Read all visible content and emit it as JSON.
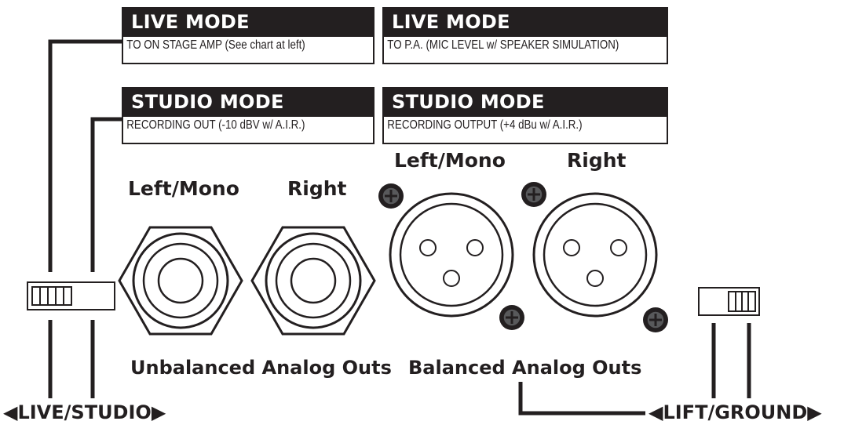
{
  "boxes": {
    "live_left": {
      "title": "LIVE MODE",
      "subtitle": "TO ON STAGE AMP (See chart at left)"
    },
    "live_right": {
      "title": "LIVE MODE",
      "subtitle": "TO P.A. (MIC LEVEL w/ SPEAKER SIMULATION)"
    },
    "studio_left": {
      "title": "STUDIO MODE",
      "subtitle": "RECORDING OUT (-10 dBV w/ A.I.R.)"
    },
    "studio_right": {
      "title": "STUDIO MODE",
      "subtitle": "RECORDING OUTPUT (+4 dBu w/ A.I.R.)"
    }
  },
  "jacks": {
    "unbalanced_left": "Left/Mono",
    "unbalanced_right": "Right",
    "balanced_left": "Left/Mono",
    "balanced_right": "Right"
  },
  "sections": {
    "unbalanced": "Unbalanced Analog Outs",
    "balanced": "Balanced Analog Outs"
  },
  "switches": {
    "live_studio": "◀LIVE/STUDIO▶",
    "lift_ground": "◀LIFT/GROUND▶"
  },
  "colors": {
    "ink": "#231f20",
    "screw": "#58595b",
    "paper": "#ffffff"
  }
}
